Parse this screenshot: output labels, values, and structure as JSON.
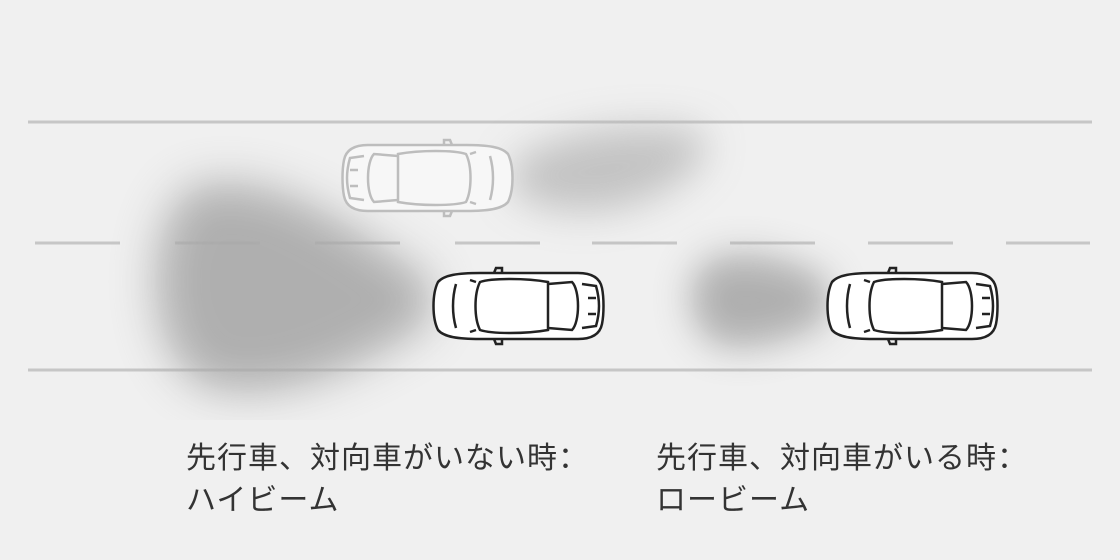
{
  "colors": {
    "background": "#f0f0f0",
    "road_line": "#c6c6c6",
    "beam": "#a9a9a9",
    "car_body": "#ffffff",
    "car_outline": "#222222",
    "ghost_car_outline": "#bdbdbd",
    "caption_text": "#333333"
  },
  "scenes": [
    {
      "name": "no-vehicle-ahead",
      "beam_mode": "high",
      "caption_line1": "先行車、対向車がいない時：",
      "caption_line2": "ハイビーム"
    },
    {
      "name": "vehicle-present",
      "beam_mode": "low",
      "caption_line1": "先行車、対向車がいる時：",
      "caption_line2": "ロービーム"
    }
  ]
}
